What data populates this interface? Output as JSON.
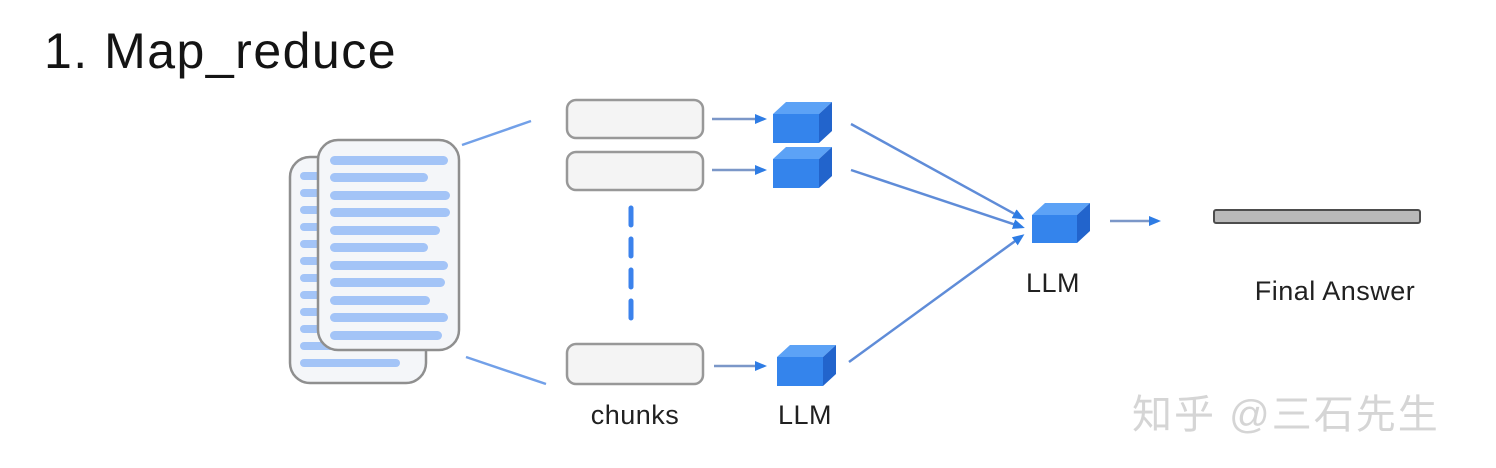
{
  "title": "1. Map_reduce",
  "labels": {
    "chunks": "chunks",
    "llm_map": "LLM",
    "llm_reduce": "LLM",
    "final_answer": "Final Answer"
  },
  "watermark": "知乎 @三石先生",
  "icons": {
    "documents": "stacked-documents-icon",
    "llm_cube": "blue-cube-icon",
    "final_answer_bar": "gray-bar-icon"
  },
  "colors": {
    "accent_blue": "#3b82ec",
    "cube_front": "#3484ec",
    "cube_top": "#5ca2f6",
    "cube_side": "#2264cc",
    "doc_line_blue": "#a3c4f7",
    "doc_fill": "#f4f6f9",
    "box_fill": "#f4f4f4",
    "box_border": "#989898",
    "bar_fill": "#b9b9b9",
    "bar_border": "#4d4d4d",
    "arrow_shaft": "#6a90cf",
    "arrow_head": "#2e7ce4",
    "title_text": "#141414",
    "watermark_gray": "#d5d5d5"
  }
}
